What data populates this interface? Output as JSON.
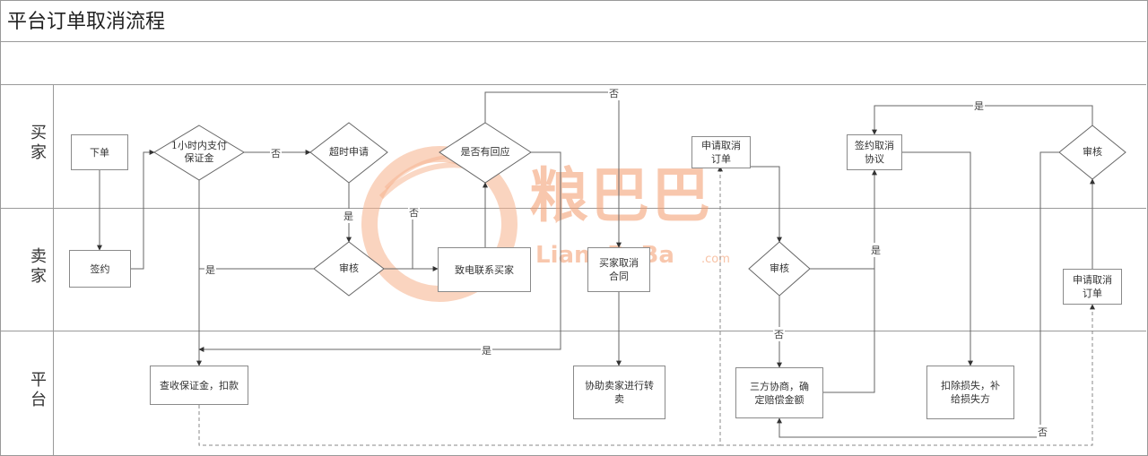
{
  "title": "平台订单取消流程",
  "lanes": {
    "buyer": "买家",
    "seller": "卖家",
    "platform": "平台"
  },
  "nodes": {
    "place_order": "下单",
    "pay_deposit": "1小时内支付\n保证金",
    "timeout_apply": "超时申请",
    "has_response": "是否有回应",
    "buyer_apply_cancel": "申请取消\n订单",
    "sign_cancel_agreement": "签约取消\n协议",
    "buyer_review": "审核",
    "sign_contract": "签约",
    "seller_review": "审核",
    "call_buyer": "致电联系买家",
    "buyer_cancel_contract": "买家取消\n合同",
    "seller_review2": "审核",
    "seller_apply_cancel": "申请取消\n订单",
    "check_deposit": "查收保证金，扣款",
    "assist_transfer": "协助卖家进行转\n卖",
    "tripartite": "三方协商，确\n定赔偿金额",
    "deduct_loss": "扣除损失，补\n给损失方"
  },
  "edge_labels": {
    "no": "否",
    "yes": "是"
  },
  "watermark": {
    "brand": "粮巴巴",
    "domain": "LiangBaBa",
    "domain_suffix": ".com",
    "color": "#f39a6b"
  }
}
